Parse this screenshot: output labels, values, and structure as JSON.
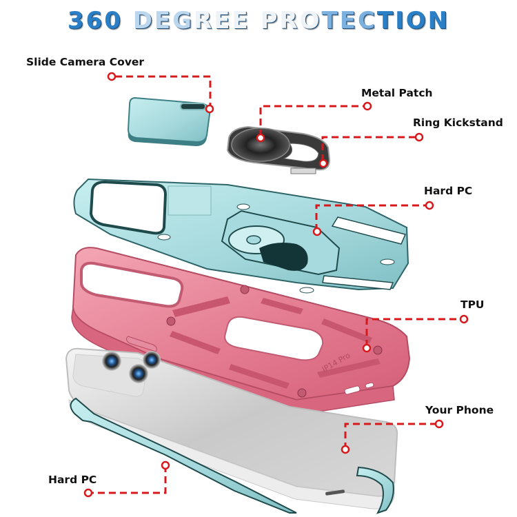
{
  "title": {
    "parts": [
      "360 ",
      "DEG",
      "REE PRO",
      "TEC",
      "TION"
    ],
    "full": "360 DEGREE PROTECTION",
    "color": "#2b7fc6"
  },
  "callouts": [
    {
      "id": "slide-camera-cover",
      "label": "Slide Camera Cover"
    },
    {
      "id": "metal-patch",
      "label": "Metal Patch"
    },
    {
      "id": "ring-kickstand",
      "label": "Ring Kickstand"
    },
    {
      "id": "hard-pc-top",
      "label": "Hard PC"
    },
    {
      "id": "tpu",
      "label": "TPU"
    },
    {
      "id": "your-phone",
      "label": "Your Phone"
    },
    {
      "id": "hard-pc-bottom",
      "label": "Hard PC"
    }
  ],
  "engraving": "IP14 Pro",
  "colors": {
    "callout_line": "#d7191c",
    "hard_pc": "#a9d8dc",
    "hard_pc_dark": "#1f4a4c",
    "tpu": "#e8798e",
    "tpu_dark": "#b94a62",
    "phone": "#e6e6e6",
    "phone_glass": "#b9b9b9",
    "kickstand": "#2a2a2a"
  }
}
